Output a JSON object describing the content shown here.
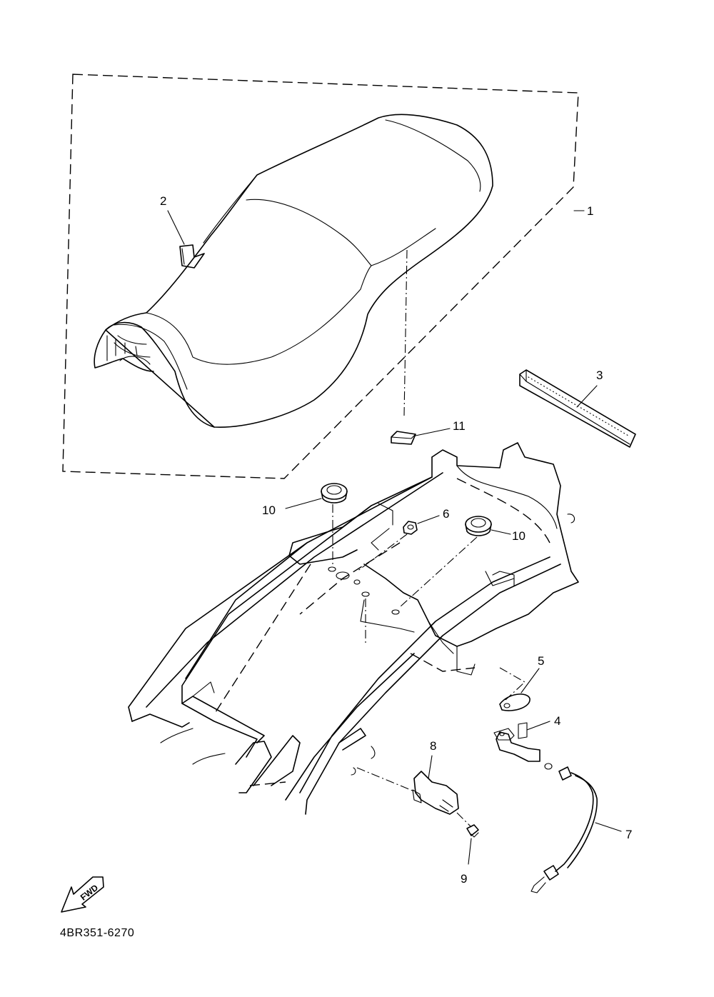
{
  "diagram": {
    "part_code": "4BR351-6270",
    "fwd_label": "FWD",
    "callouts": [
      {
        "id": "1",
        "label": "1"
      },
      {
        "id": "2",
        "label": "2"
      },
      {
        "id": "3",
        "label": "3"
      },
      {
        "id": "4",
        "label": "4"
      },
      {
        "id": "5",
        "label": "5"
      },
      {
        "id": "6",
        "label": "6"
      },
      {
        "id": "7",
        "label": "7"
      },
      {
        "id": "8",
        "label": "8"
      },
      {
        "id": "9",
        "label": "9"
      },
      {
        "id": "10a",
        "label": "10"
      },
      {
        "id": "10b",
        "label": "10"
      },
      {
        "id": "11",
        "label": "11"
      }
    ]
  }
}
